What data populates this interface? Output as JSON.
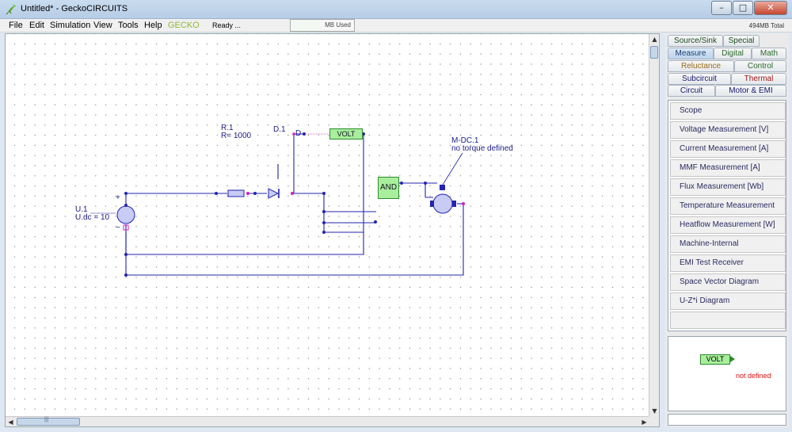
{
  "window": {
    "title": "Untitled*  - GeckoCIRCUITS",
    "min_glyph": "–",
    "max_glyph": "□",
    "close_glyph": "✕"
  },
  "menu": {
    "items": [
      "File",
      "Edit",
      "Simulation",
      "View",
      "Tools",
      "Help"
    ],
    "gecko": "GECKO",
    "status": "Ready ...",
    "mem_used": "MB Used",
    "mem_total": "494MB Total"
  },
  "scroll": {
    "up": "▲",
    "down": "▼",
    "left": "◀",
    "right": "▶",
    "grip": "|||"
  },
  "circuit": {
    "r_name": "R.1",
    "r_value": "R= 1000",
    "d_name": "D.1",
    "u_name": "U.1",
    "u_value": "U.dc = 10",
    "plus": "+",
    "minus": "−",
    "volt": "VOLT",
    "and": "AND",
    "motor_name": "M-DC.1",
    "motor_note": "no torque defined",
    "probe_letter": "D"
  },
  "tabs": [
    {
      "label": "Source/Sink",
      "color": "#1c4a1c"
    },
    {
      "label": "Special",
      "color": "#1c4a1c"
    },
    {
      "label": "Measure",
      "color": "#1a3f70"
    },
    {
      "label": "Digital",
      "color": "#2a6a2a"
    },
    {
      "label": "Math",
      "color": "#2a6a2a"
    },
    {
      "label": "Reluctance",
      "color": "#9a6a1a"
    },
    {
      "label": "Control",
      "color": "#2a6a2a"
    },
    {
      "label": "Subcircuit",
      "color": "#1a1a70"
    },
    {
      "label": "Thermal",
      "color": "#a01818"
    },
    {
      "label": "Circuit",
      "color": "#1a1a70"
    },
    {
      "label": "Motor & EMI",
      "color": "#1a1a70"
    }
  ],
  "measure_items": [
    "Scope",
    "Voltage Measurement [V]",
    "Current Measurement [A]",
    "MMF Measurement [A]",
    "Flux Measurement [Wb]",
    "Temperature Measurement",
    "Heatflow Measurement [W]",
    "Machine-Internal",
    "EMI Test Receiver",
    "Space Vector Diagram",
    "U-Z*i Diagram"
  ],
  "preview": {
    "volt": "VOLT",
    "status": "not defined"
  }
}
